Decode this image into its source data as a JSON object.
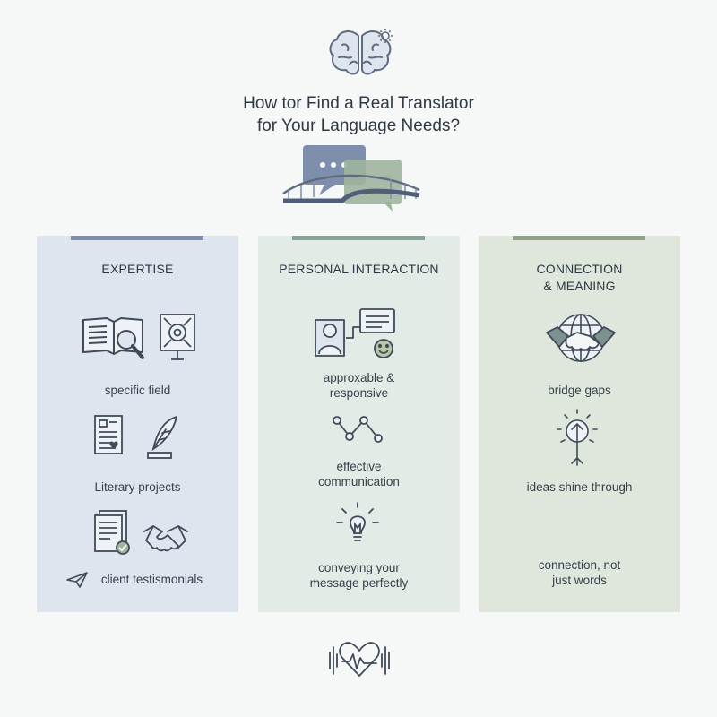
{
  "title": {
    "line1": "How tor Find a Real Translator",
    "line2": "for Your Language Needs?"
  },
  "icons": {
    "top": "brain-gear-icon",
    "bridge": "speech-bubble-bridge-icon",
    "bottom": "heart-soundwave-icon"
  },
  "columns": [
    {
      "heading": [
        "EXPERTISE"
      ],
      "color": "#dfe5ef",
      "accent": "#7d8fb0",
      "items": [
        {
          "icons": [
            "open-book-magnifier-icon",
            "target-board-icon"
          ],
          "label": [
            "specific field"
          ]
        },
        {
          "icons": [
            "document-icon",
            "quill-pen-icon"
          ],
          "label": [
            "Literary projects"
          ]
        },
        {
          "icons": [
            "paper-plane-icon",
            "checked-documents-icon",
            "handshake-icon"
          ],
          "label": [
            "client testismonials"
          ]
        }
      ]
    },
    {
      "heading": [
        "PERSONAL INTERACTION"
      ],
      "color": "#e2ebe6",
      "accent": "#86a495",
      "items": [
        {
          "icons": [
            "person-chat-smiley-icon"
          ],
          "label": [
            "approxable &",
            "responsive"
          ]
        },
        {
          "icons": [
            "connected-nodes-icon"
          ],
          "label": [
            "effective",
            "communication"
          ]
        },
        {
          "icons": [
            "lightbulb-icon"
          ],
          "label": [
            "conveying your",
            "message perfectly"
          ]
        }
      ]
    },
    {
      "heading": [
        "CONNECTION",
        "& MEANING"
      ],
      "color": "#dfe7dd",
      "accent": "#8ea485",
      "items": [
        {
          "icons": [
            "globe-handshake-icon"
          ],
          "label": [
            "bridge gaps"
          ]
        },
        {
          "icons": [
            "radiating-arrow-icon"
          ],
          "label": [
            "ideas shine through"
          ]
        },
        {
          "icons": [],
          "label": [
            "connection, not",
            "just words"
          ]
        }
      ]
    }
  ]
}
